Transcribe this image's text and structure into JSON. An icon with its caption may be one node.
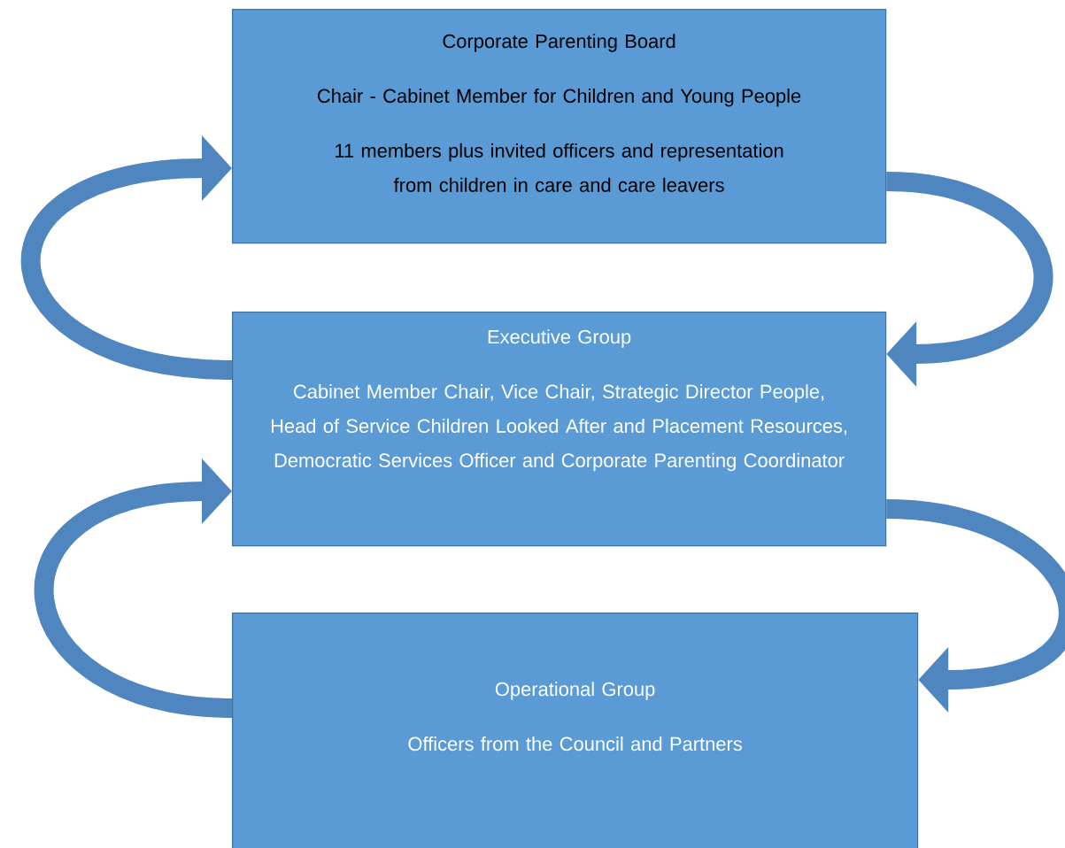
{
  "diagram": {
    "nodes": [
      {
        "text": [
          "Corporate Parenting Board",
          "Chair - Cabinet Member for Children and Young People",
          "11 members plus invited officers and representation from children in care and care leavers"
        ]
      },
      {
        "text": [
          "Executive Group",
          "Cabinet Member Chair, Vice Chair, Strategic Director People, Head of Service Children Looked After and Placement Resources, Democratic Services Officer and Corporate Parenting Coordinator"
        ]
      },
      {
        "text": [
          "Operational Group",
          "Officers from the Council and Partners"
        ]
      }
    ],
    "edges": [
      {
        "from": 0,
        "to": 1,
        "arrow": "to"
      },
      {
        "from": 1,
        "to": 0,
        "arrow": "to"
      },
      {
        "from": 1,
        "to": 2,
        "arrow": "to"
      },
      {
        "from": 2,
        "to": 1,
        "arrow": "to"
      }
    ]
  }
}
